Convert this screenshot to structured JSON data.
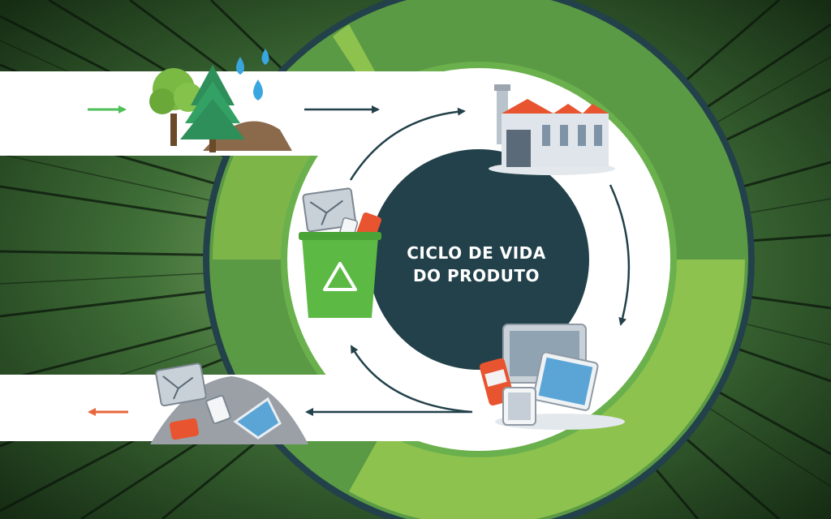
{
  "diagram": {
    "title_line1": "CICLO DE VIDA",
    "title_line2": "DO PRODUTO",
    "stages": [
      {
        "name": "raw-materials"
      },
      {
        "name": "factory"
      },
      {
        "name": "products"
      },
      {
        "name": "landfill-waste"
      },
      {
        "name": "recycling-bin"
      }
    ]
  },
  "colors": {
    "ring_dark_green": "#5b9a45",
    "ring_light_green": "#8dc24f",
    "inner_ring_green": "#6ab04c",
    "center_navy": "#22414a",
    "track_white": "#ffffff",
    "arrow_navy": "#22414a",
    "input_arrow": "#4fbf5a",
    "output_arrow": "#e8663c",
    "recycle_bin": "#5cb944",
    "factory_roof": "#e8542f"
  }
}
